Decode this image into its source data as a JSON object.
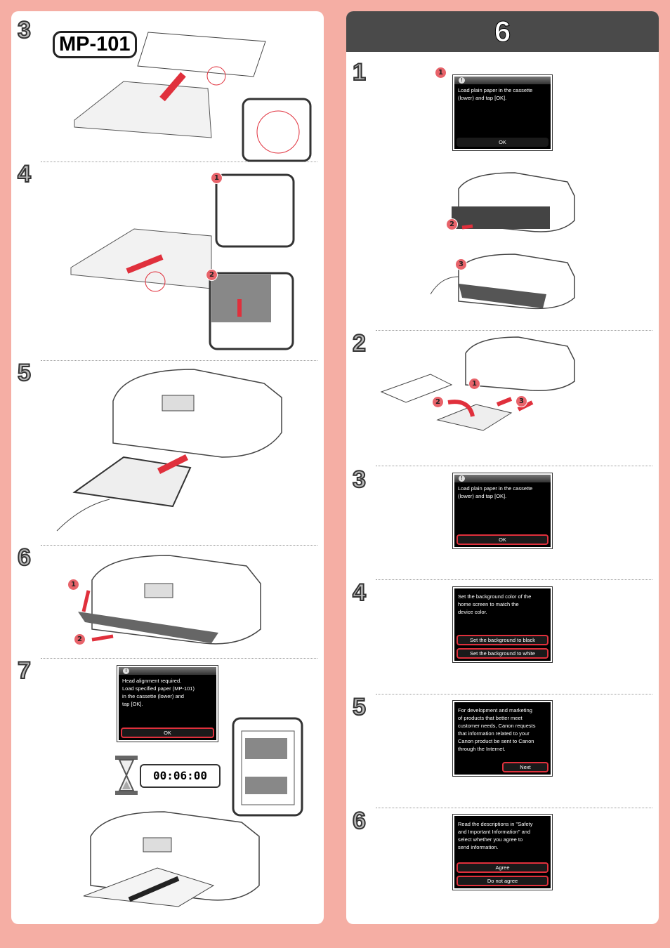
{
  "left": {
    "steps": [
      "3",
      "4",
      "5",
      "6",
      "7"
    ],
    "paper_label": "MP-101",
    "step7_screen": {
      "icon": "!",
      "message": [
        "Head alignment required.",
        "Load specified paper (MP-101)",
        "in the cassette (lower) and",
        "tap [OK]."
      ],
      "button": "OK"
    },
    "timer": "00:06:00",
    "timer_parts": {
      "small": "00:0",
      "big": "6:00"
    }
  },
  "right": {
    "header": "6",
    "steps": [
      "1",
      "2",
      "3",
      "4",
      "5",
      "6"
    ],
    "screen1": {
      "icon": "!",
      "message": [
        "Load plain paper in the cassette",
        "(lower) and tap [OK]."
      ],
      "button": "OK"
    },
    "screen3": {
      "icon": "!",
      "message": [
        "Load plain paper in the cassette",
        "(lower) and tap [OK]."
      ],
      "button": "OK"
    },
    "screen4": {
      "message": [
        "Set the background color of the",
        "home screen to match the",
        "device color."
      ],
      "buttons": [
        "Set the background to black",
        "Set the background to white"
      ]
    },
    "screen5": {
      "message": [
        "For development and marketing",
        "of products that better meet",
        "customer needs, Canon requests",
        "that information related to your",
        "Canon product be sent to Canon",
        "through the Internet."
      ],
      "button": "Next"
    },
    "screen6": {
      "message": [
        "Read the descriptions in \"Safety",
        "and Important Information\" and",
        "select whether you agree to",
        "send information."
      ],
      "buttons": [
        "Agree",
        "Do not agree"
      ]
    }
  },
  "callouts": [
    "1",
    "2",
    "3"
  ],
  "colors": {
    "background": "#f5aea4",
    "accent": "#e0303c",
    "header": "#4a4a4a"
  }
}
